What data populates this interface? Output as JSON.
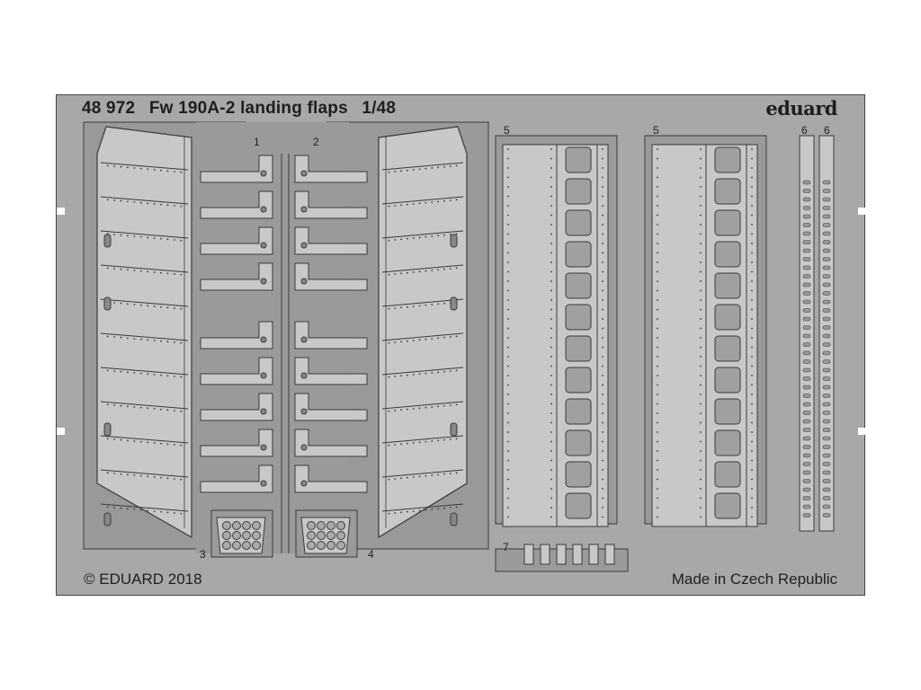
{
  "sheet": {
    "code": "48 972",
    "name": "Fw 190A-2 landing flaps",
    "scale": "1/48",
    "brand": "eduard",
    "copyright": "© EDUARD 2018",
    "origin": "Made in Czech Republic",
    "part_numbers": [
      "1",
      "2",
      "3",
      "4",
      "5",
      "5",
      "6",
      "6",
      "7"
    ]
  },
  "colors": {
    "fret": "#a8a8a8",
    "part": "#c8c8c8",
    "outline": "#3a3a3a",
    "text": "#1e1e1e"
  }
}
